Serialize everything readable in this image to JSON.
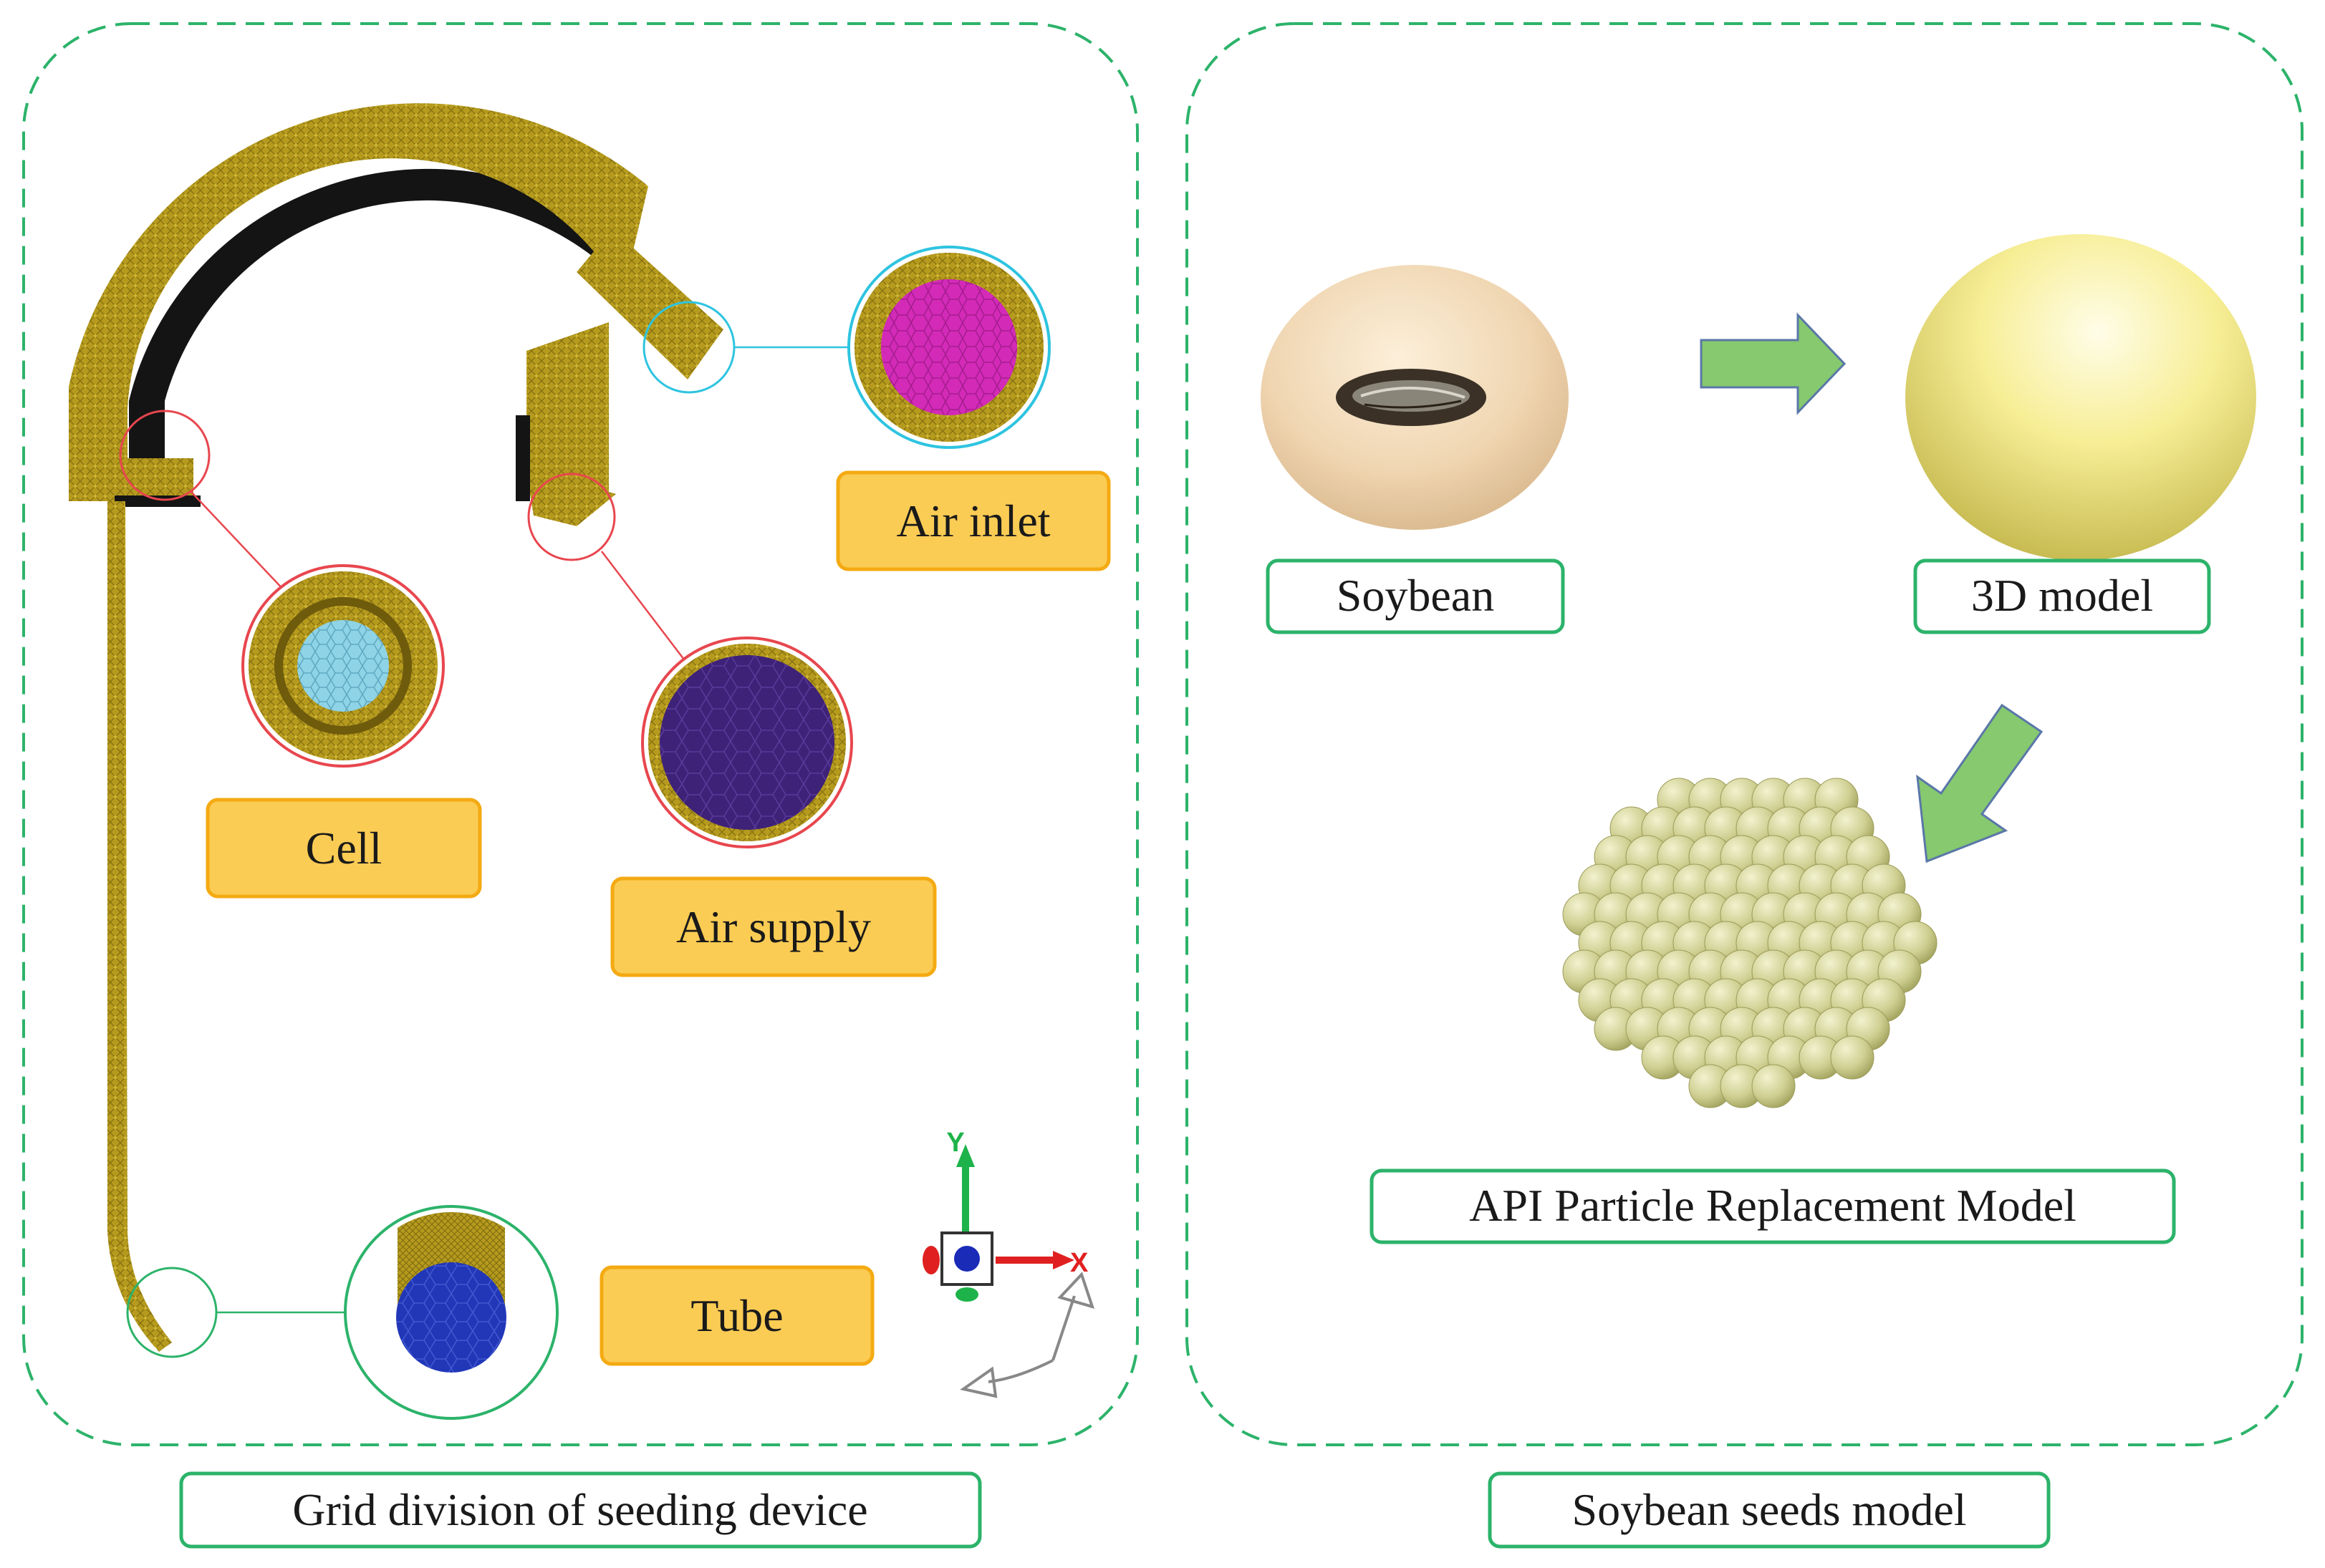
{
  "colors": {
    "panel_border": "#2cb36a",
    "label_fill": "#fbcc54",
    "label_border": "#f4aa12",
    "mesh_gold": "#b59a1d",
    "mesh_dark": "#7d6a10",
    "cell_core": "#8fd3e6",
    "air_inlet_core": "#d32ab8",
    "air_supply_core": "#3e2278",
    "tube_core": "#2137b8",
    "callout_red": "#e8464e",
    "callout_cyan": "#2ec4e0",
    "callout_green": "#2cb36a",
    "arrow_green": "#86c96e",
    "soybean": "#f2dcbc",
    "model_yellow": "#f5eb8c",
    "particle": "#d3d39a"
  },
  "left_panel": {
    "caption": "Grid division of seeding device",
    "labels": {
      "cell": "Cell",
      "air_inlet": "Air inlet",
      "air_supply": "Air supply",
      "tube": "Tube"
    },
    "axis": {
      "y": "Y",
      "x": "X"
    }
  },
  "right_panel": {
    "caption": "Soybean seeds model",
    "labels": {
      "soybean": "Soybean",
      "model_3d": "3D model",
      "api_model": "API Particle Replacement Model"
    }
  }
}
